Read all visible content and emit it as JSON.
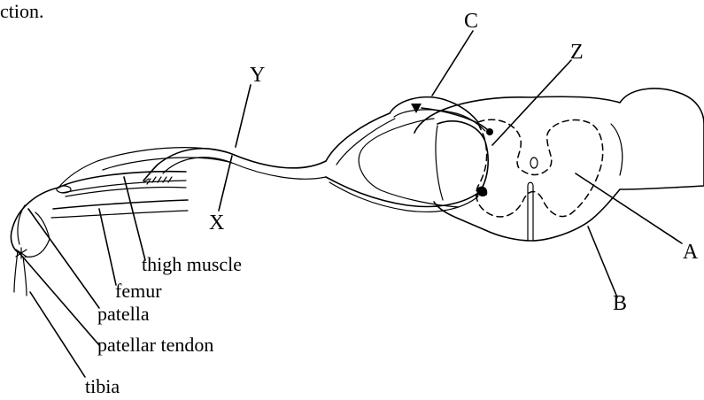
{
  "caption_fragment": "ction.",
  "labels": {
    "A": "A",
    "B": "B",
    "C": "C",
    "X": "X",
    "Y": "Y",
    "Z": "Z",
    "thigh_muscle": "thigh muscle",
    "femur": "femur",
    "patella": "patella",
    "patellar_tendon": "patellar tendon",
    "tibia": "tibia"
  }
}
